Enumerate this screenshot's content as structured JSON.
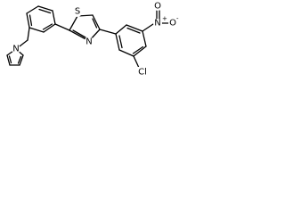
{
  "molecule": {
    "atoms": {
      "thiazole_s": "S",
      "thiazole_n": "N",
      "pyrrole_n": "N",
      "nitro_n": "N",
      "nitro_o_top": "O",
      "nitro_o_right": "O",
      "chlorine": "Cl"
    },
    "charges": {
      "nitro_n": "+",
      "nitro_o_right": "-"
    }
  },
  "colors": {
    "background": "#ffffff",
    "bond": "#000000",
    "label": "#000000"
  }
}
